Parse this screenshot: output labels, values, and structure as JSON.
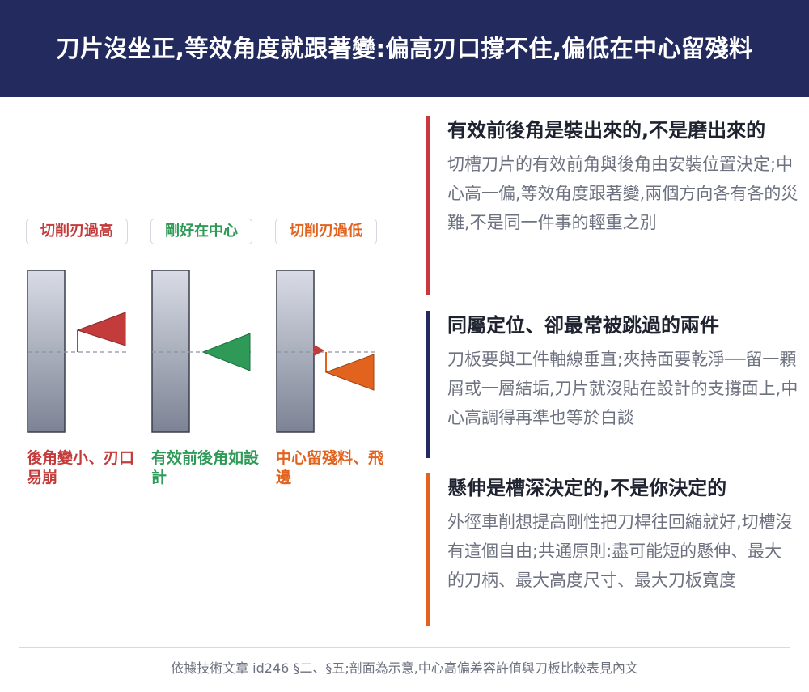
{
  "header": {
    "title": "刀片沒坐正,等效角度就跟著變:偏高刃口撐不住,偏低在中心留殘料"
  },
  "diagram": {
    "panels": [
      {
        "tag": "切削刃過高",
        "caption": "後角變小、刃口易崩",
        "color": "#c33b3b",
        "state": "high"
      },
      {
        "tag": "剛好在中心",
        "caption": "有效前後角如設計",
        "color": "#2f9a57",
        "state": "center"
      },
      {
        "tag": "切削刃過低",
        "caption": "中心留殘料、飛邊",
        "color": "#e2631e",
        "state": "low"
      }
    ]
  },
  "sections": [
    {
      "accent": "#c8383d",
      "title": "有效前後角是裝出來的,不是磨出來的",
      "body": "切槽刀片的有效前角與後角由安裝位置決定;中心高一偏,等效角度跟著變,兩個方向各有各的災難,不是同一件事的輕重之別"
    },
    {
      "accent": "#232b5e",
      "title": "同屬定位、卻最常被跳過的兩件",
      "body": "刀板要與工件軸線垂直;夾持面要乾淨──留一顆屑或一層結垢,刀片就沒貼在設計的支撐面上,中心高調得再準也等於白談"
    },
    {
      "accent": "#e2631e",
      "title": "懸伸是槽深決定的,不是你決定的",
      "body": "外徑車削想提高剛性把刀桿往回縮就好,切槽沒有這個自由;共通原則:盡可能短的懸伸、最大的刀柄、最大高度尺寸、最大刀板寬度"
    }
  ],
  "footer": {
    "note": "依據技術文章 id246 §二、§五;剖面為示意,中心高偏差容許值與刀板比較表見內文"
  }
}
